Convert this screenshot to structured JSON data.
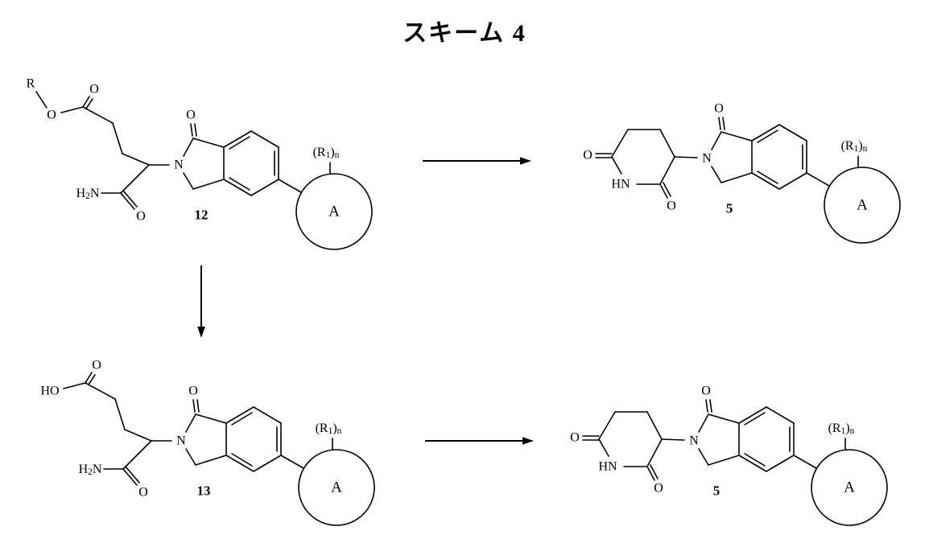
{
  "title": "スキーム 4",
  "compounds": {
    "ester": "12",
    "acid": "13",
    "product_top": "5",
    "product_bottom": "5"
  },
  "atoms": {
    "R": "R",
    "O": "O",
    "N": "N",
    "HN": "HN",
    "HO": "HO",
    "A": "A",
    "H": "H",
    "sub_2": "2",
    "r_open": "(R",
    "sub_1": "1",
    "r_close": ")",
    "sub_n": "n"
  }
}
